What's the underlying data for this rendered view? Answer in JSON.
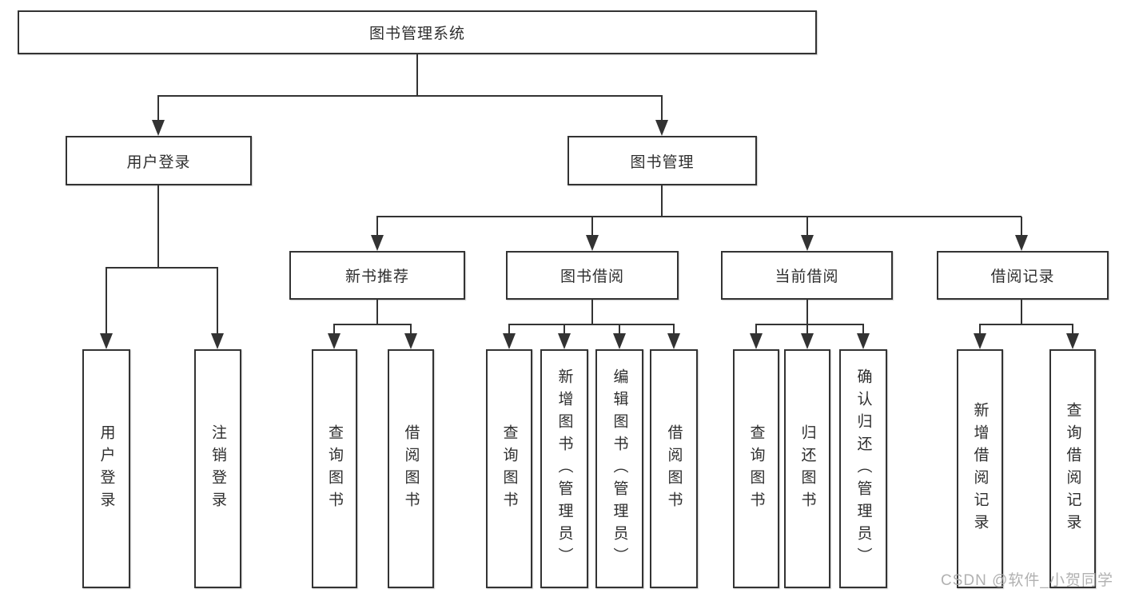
{
  "diagram_title": "图书管理系统",
  "nodes": {
    "root": "图书管理系统",
    "user_login": "用户登录",
    "book_mgmt": "图书管理",
    "new_book_rec": "新书推荐",
    "book_borrow": "图书借阅",
    "current_borrow": "当前借阅",
    "borrow_records": "借阅记录",
    "leaf_user_login": "用户登录",
    "leaf_logout": "注销登录",
    "leaf_query_book_rec": "查询图书",
    "leaf_borrow_book_rec": "借阅图书",
    "leaf_query_book_borrow": "查询图书",
    "leaf_add_book": "新增图书（管理员）",
    "leaf_edit_book": "编辑图书（管理员）",
    "leaf_borrow_book": "借阅图书",
    "leaf_query_book_current": "查询图书",
    "leaf_return_book": "归还图书",
    "leaf_confirm_return": "确认归还（管理员）",
    "leaf_add_borrow_record": "新增借阅记录",
    "leaf_query_borrow_record": "查询借阅记录"
  },
  "hierarchy": {
    "图书管理系统": {
      "用户登录": [
        "用户登录",
        "注销登录"
      ],
      "图书管理": {
        "新书推荐": [
          "查询图书",
          "借阅图书"
        ],
        "图书借阅": [
          "查询图书",
          "新增图书（管理员）",
          "编辑图书（管理员）",
          "借阅图书"
        ],
        "当前借阅": [
          "查询图书",
          "归还图书",
          "确认归还（管理员）"
        ],
        "借阅记录": [
          "新增借阅记录",
          "查询借阅记录"
        ]
      }
    }
  },
  "watermark": "CSDN @软件_小贺同学",
  "colors": {
    "line": "#333333",
    "box_border": "#333333",
    "text": "#2e2e2e",
    "background": "#ffffff",
    "watermark": "#a9a9a9"
  }
}
